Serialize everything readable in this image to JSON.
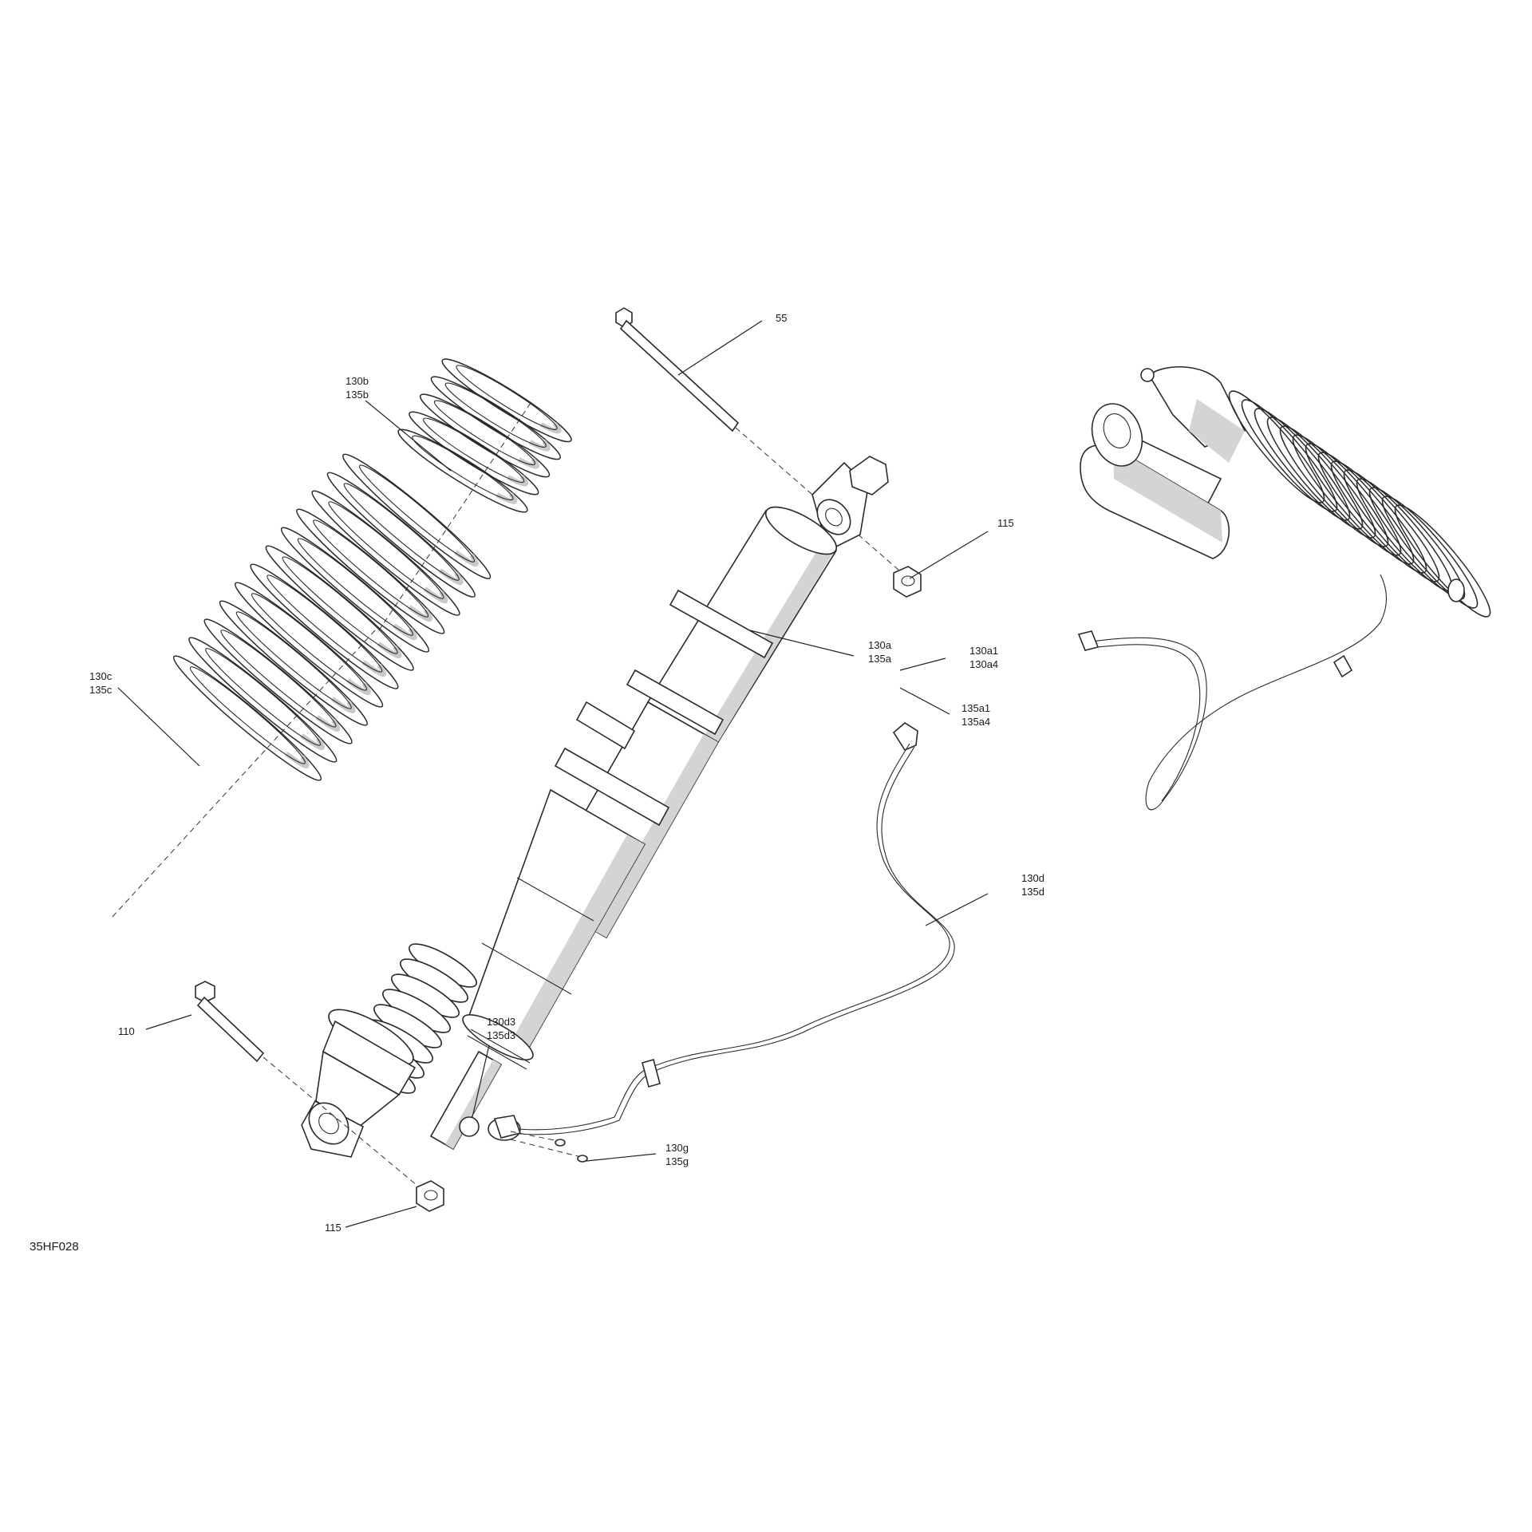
{
  "figure_code": "35HF028",
  "callouts": {
    "bolt_top": "55",
    "nut_top": "115",
    "spring_small": [
      "130b",
      "135b"
    ],
    "spring_large": [
      "130c",
      "135c"
    ],
    "shock_body": [
      "130a",
      "135a"
    ],
    "shock_body_sub1": [
      "130a1",
      "130a4"
    ],
    "shock_body_sub2": [
      "135a1",
      "135a4"
    ],
    "harness": [
      "130d",
      "135d"
    ],
    "sensor_plug": [
      "130d3",
      "135d3"
    ],
    "screws": [
      "130g",
      "135g"
    ],
    "bolt_bottom": "110",
    "nut_bottom": "115"
  }
}
